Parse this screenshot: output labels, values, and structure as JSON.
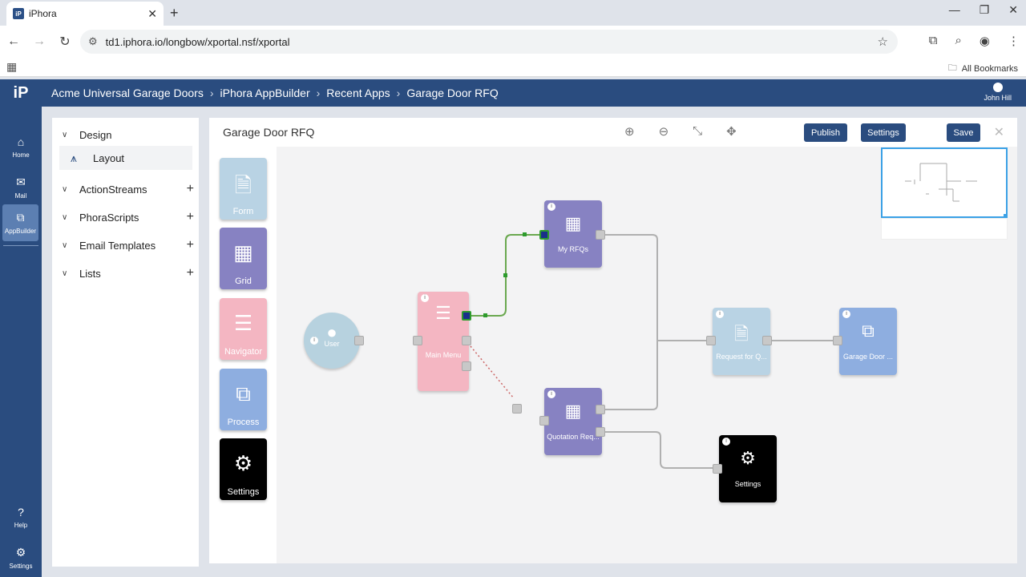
{
  "browser": {
    "tab_title": "iPhora",
    "tab_favicon": "iP",
    "url": "td1.iphora.io/longbow/xportal.nsf/xportal",
    "bookmarks_label": "All Bookmarks"
  },
  "header": {
    "logo": "iP",
    "breadcrumb": [
      "Acme Universal Garage Doors",
      "iPhora AppBuilder",
      "Recent Apps",
      "Garage Door RFQ"
    ],
    "user": "John Hill"
  },
  "rail": {
    "home": "Home",
    "mail": "Mail",
    "appbuilder": "AppBuilder",
    "help": "Help",
    "settings": "Settings"
  },
  "panel": {
    "design": "Design",
    "layout": "Layout",
    "actionstreams": "ActionStreams",
    "phorascripts": "PhoraScripts",
    "email_templates": "Email Templates",
    "lists": "Lists"
  },
  "canvas": {
    "title": "Garage Door RFQ",
    "publish": "Publish",
    "settings": "Settings",
    "save": "Save"
  },
  "palette": {
    "form": "Form",
    "grid": "Grid",
    "navigator": "Navigator",
    "process": "Process",
    "settings": "Settings"
  },
  "nodes": {
    "user": "User",
    "main_menu": "Main Menu",
    "my_rfqs": "My RFQs",
    "quotation": "Quotation Req...",
    "request": "Request for Q...",
    "garage_door": "Garage Door ...",
    "settings": "Settings"
  },
  "colors": {
    "header": "#2a4c7f",
    "form": "#b9d3e4",
    "grid": "#8782c2",
    "navigator": "#f4b6c2",
    "process": "#8eaee0",
    "settings": "#000000",
    "user": "#b7d2df",
    "link_active": "#6aa84f"
  }
}
